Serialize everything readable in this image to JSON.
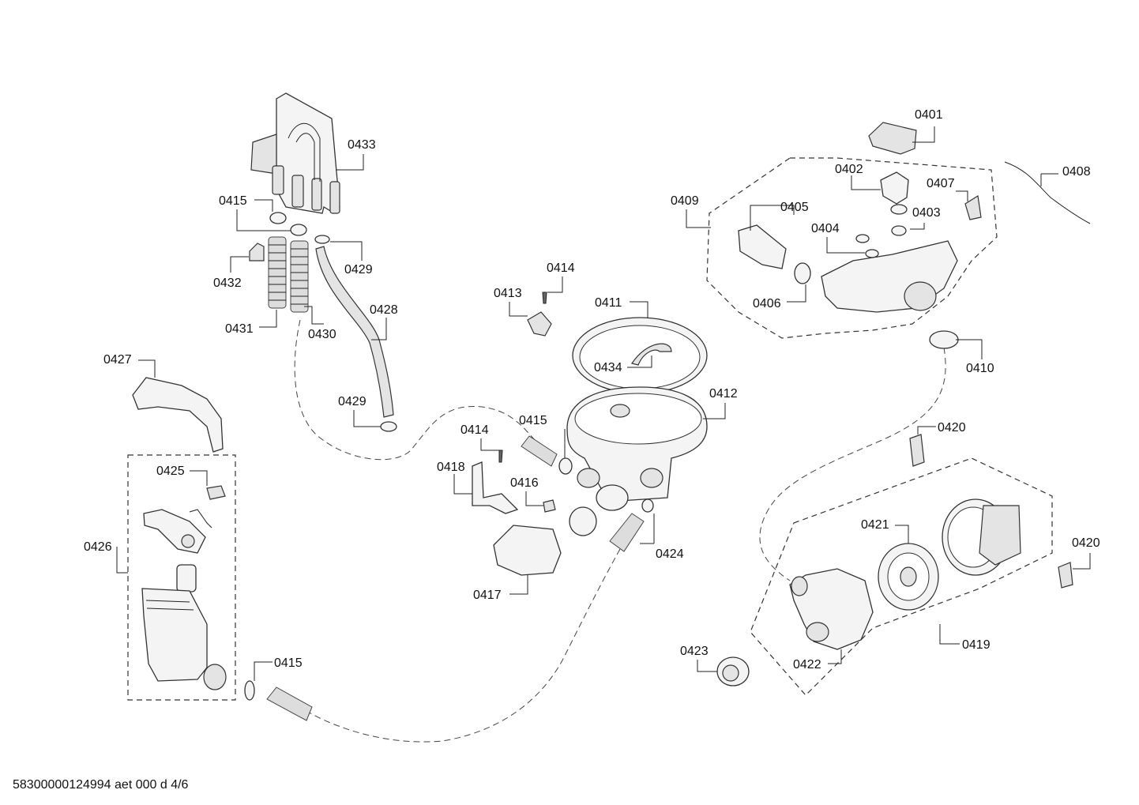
{
  "diagram": {
    "footer_code": "58300000124994 aet 000 d 4/6",
    "labels": {
      "p0401": "0401",
      "p0402": "0402",
      "p0403": "0403",
      "p0404": "0404",
      "p0405": "0405",
      "p0406": "0406",
      "p0407": "0407",
      "p0408": "0408",
      "p0409": "0409",
      "p0410": "0410",
      "p0411": "0411",
      "p0412": "0412",
      "p0413": "0413",
      "p0414a": "0414",
      "p0414b": "0414",
      "p0415a": "0415",
      "p0415b": "0415",
      "p0415c": "0415",
      "p0416": "0416",
      "p0417": "0417",
      "p0418": "0418",
      "p0419": "0419",
      "p0420a": "0420",
      "p0420b": "0420",
      "p0421": "0421",
      "p0422": "0422",
      "p0423": "0423",
      "p0424": "0424",
      "p0425": "0425",
      "p0426": "0426",
      "p0427": "0427",
      "p0428": "0428",
      "p0429a": "0429",
      "p0429b": "0429",
      "p0430": "0430",
      "p0431": "0431",
      "p0432": "0432",
      "p0433": "0433",
      "p0434": "0434"
    }
  }
}
